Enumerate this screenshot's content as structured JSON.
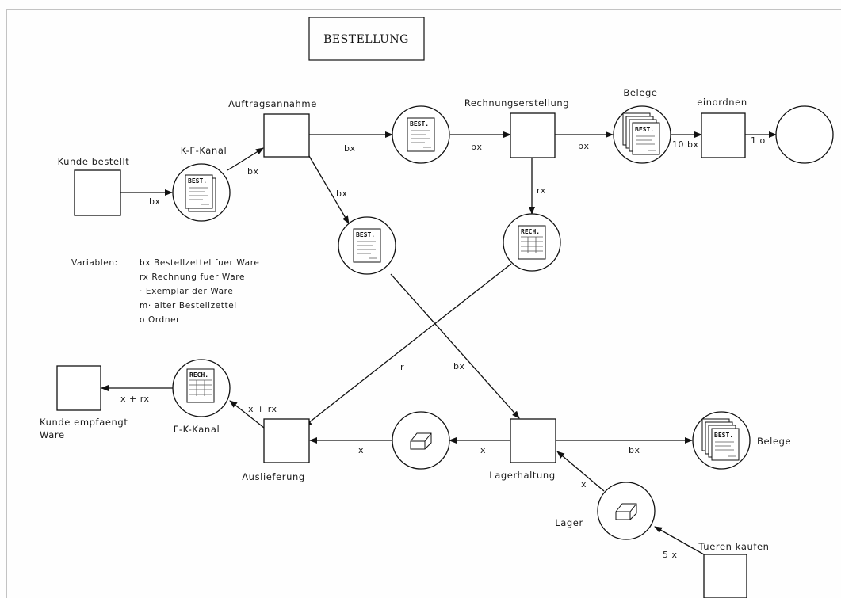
{
  "title": "BESTELLUNG",
  "transitions": {
    "kunde_bestellt": "Kunde bestellt",
    "auftragsannahme": "Auftragsannahme",
    "rechnungserstellung": "Rechnungserstellung",
    "einordnen": "einordnen",
    "auslieferung": "Auslieferung",
    "lagerhaltung": "Lagerhaltung",
    "kunde_empfaengt": [
      "Kunde empfaengt",
      "Ware"
    ],
    "tueren_kaufen": "Tueren kaufen"
  },
  "places": {
    "k_f_kanal": "K-F-Kanal",
    "belege_top": "Belege",
    "f_k_kanal": "F-K-Kanal",
    "belege_bottom": "Belege",
    "lager": "Lager"
  },
  "doc_labels": {
    "best": "BEST.",
    "rech": "RECH."
  },
  "arcs": {
    "kunde_to_kfk": "bx",
    "kfk_to_auftrag": "bx",
    "auftrag_to_best": "bx",
    "auftrag_to_best2": "bx",
    "best_to_rechnung": "bx",
    "rechnung_to_belege": "bx",
    "belege_to_einordnen": "10 bx",
    "einordnen_to_ordner": "1 o",
    "rechnung_to_rech": "rx",
    "rech_to_auslieferung": "r",
    "best2_to_lager": "bx",
    "lager_to_belege": "bx",
    "lager_to_ware": "x",
    "ware_to_auslieferung": "x",
    "auslieferung_to_fkk": "x + rx",
    "fkk_to_kunde": "x + rx",
    "lager_place_to_lagerhaltung": "x",
    "tueren_to_lager": "5 x"
  },
  "legend": {
    "header": "Variablen:",
    "lines": [
      "bx Bestellzettel fuer Ware",
      "rx Rechnung fuer Ware",
      "· Exemplar der Ware",
      "m· alter Bestellzettel",
      "o Ordner"
    ]
  }
}
